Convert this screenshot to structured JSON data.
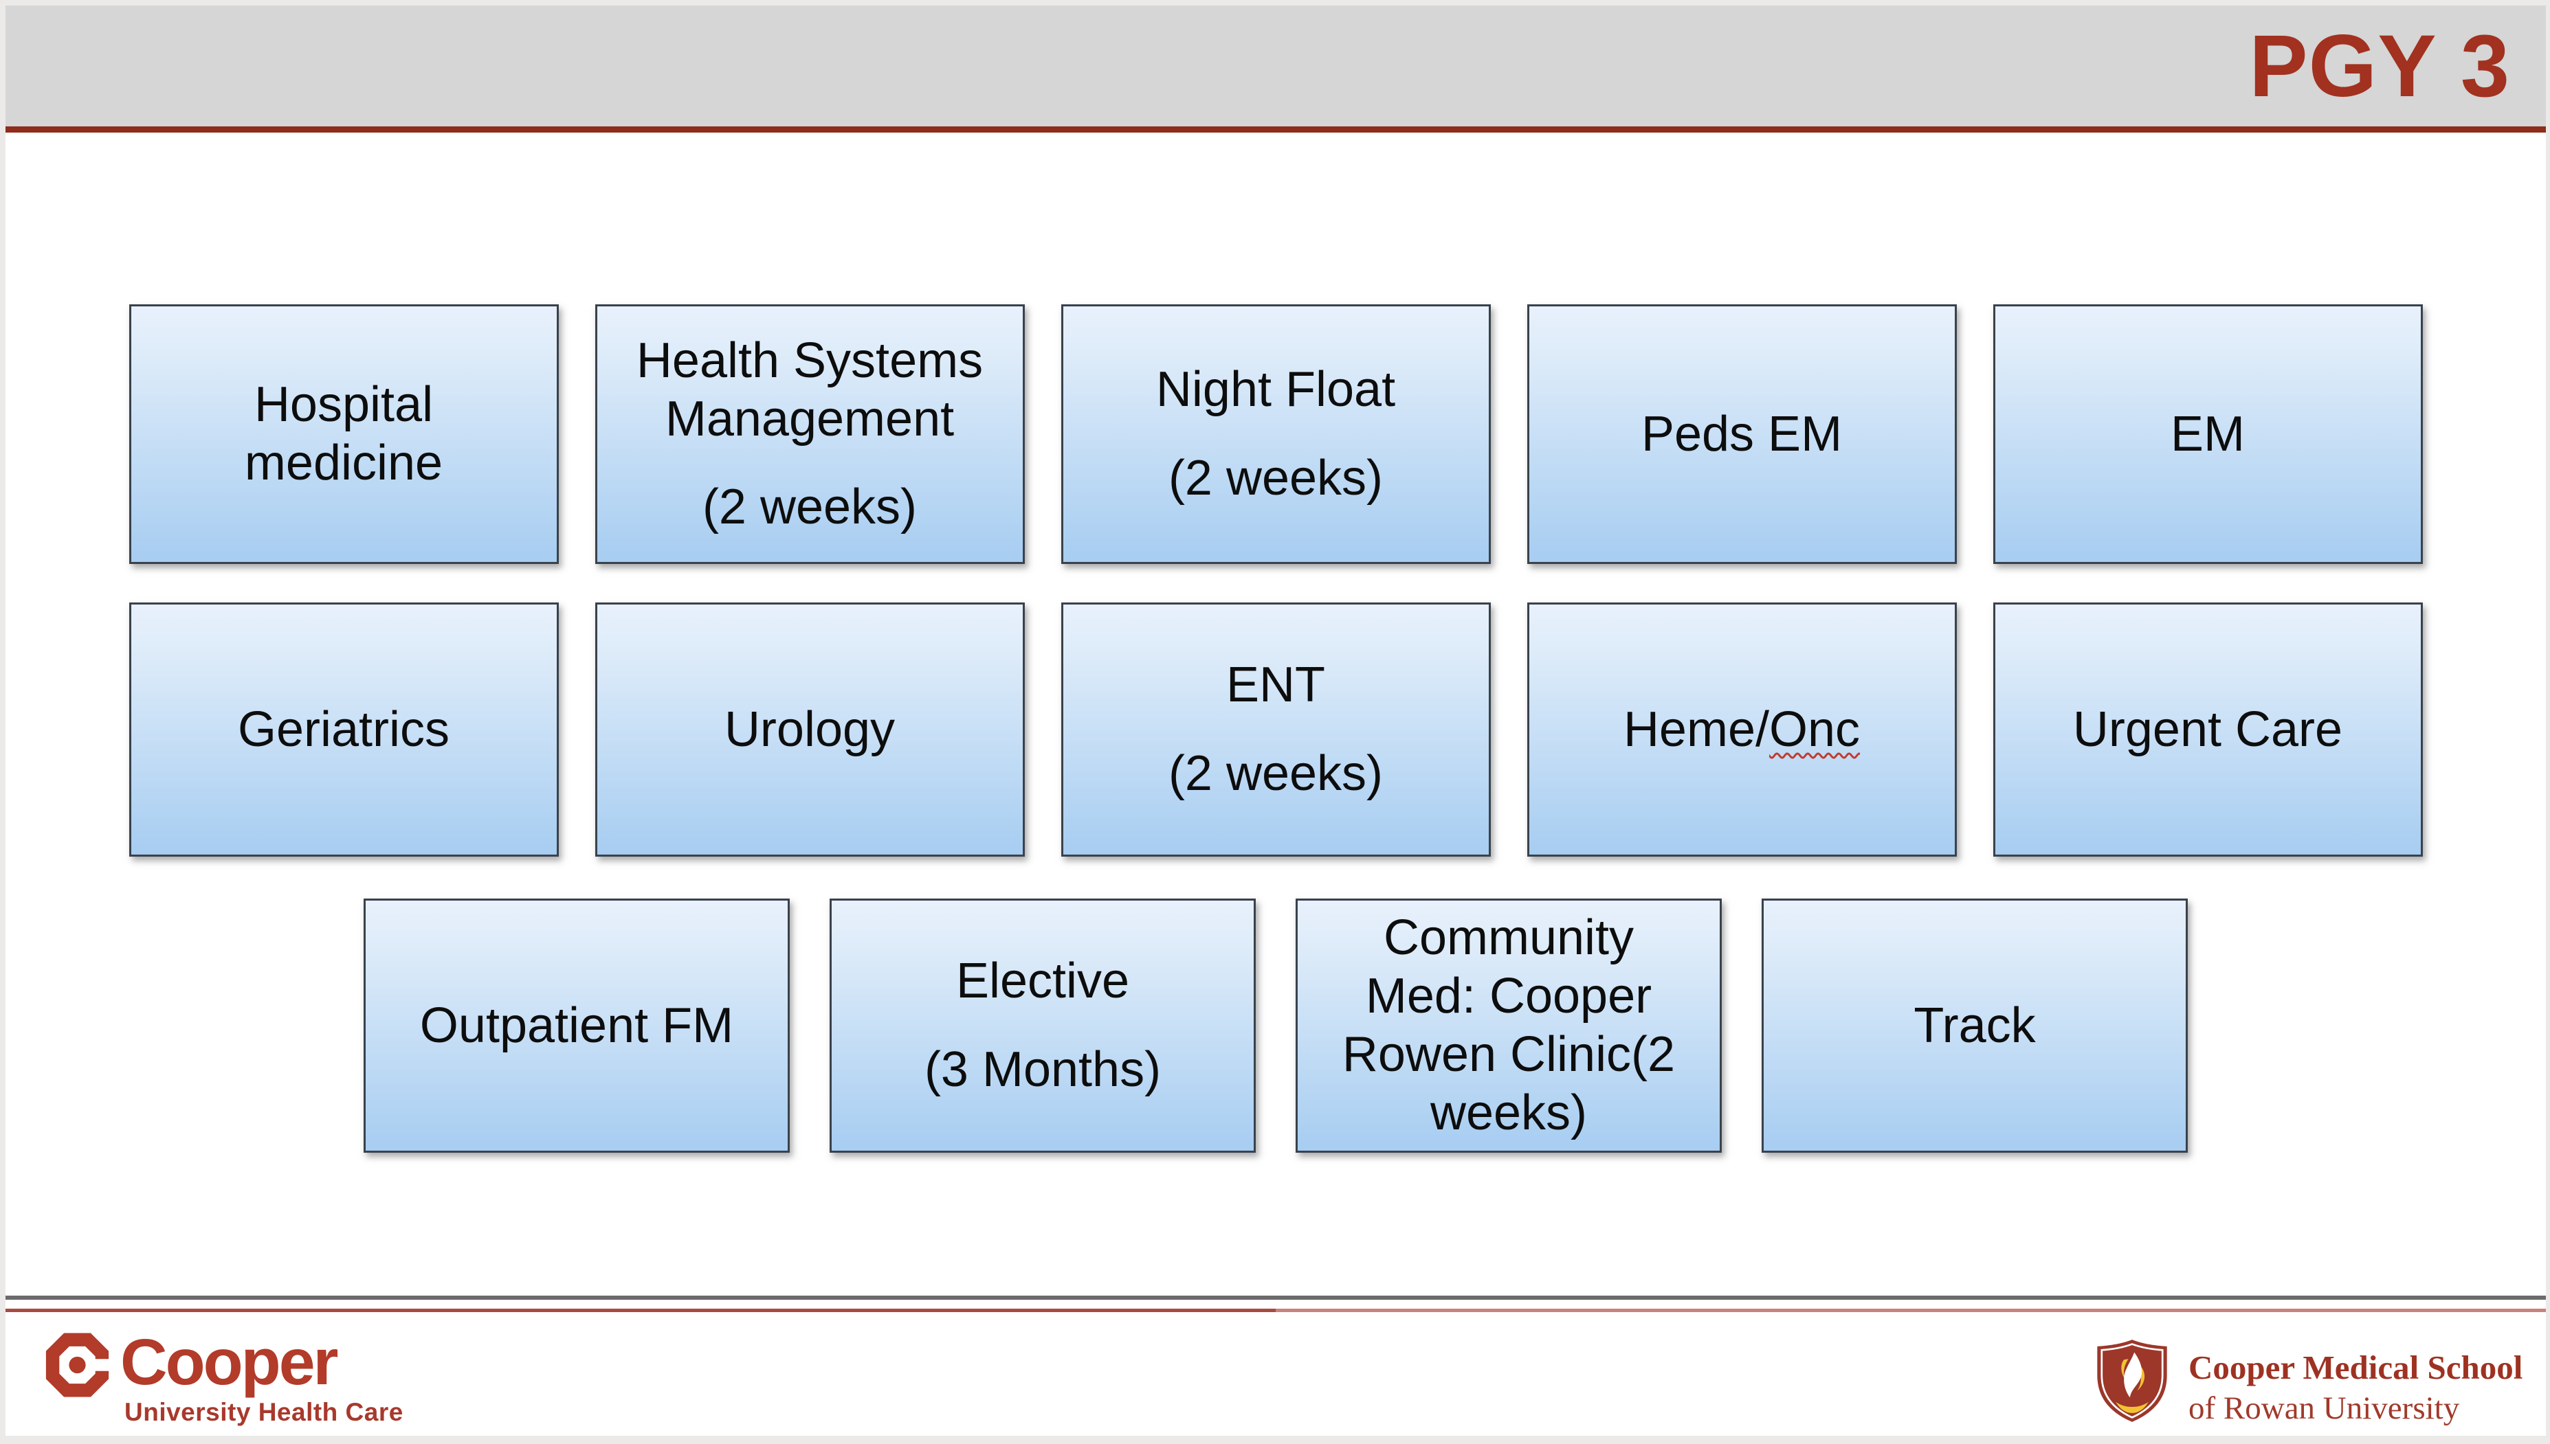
{
  "header": {
    "title": "PGY 3"
  },
  "rows": [
    {
      "boxes": [
        {
          "lines": [
            "Hospital",
            "medicine"
          ]
        },
        {
          "lines": [
            "Health Systems",
            "Management"
          ],
          "sub": "(2 weeks)"
        },
        {
          "lines": [
            "Night Float"
          ],
          "sub": "(2 weeks)"
        },
        {
          "lines": [
            "Peds EM"
          ]
        },
        {
          "lines": [
            "EM"
          ]
        }
      ]
    },
    {
      "boxes": [
        {
          "lines": [
            "Geriatrics"
          ]
        },
        {
          "lines": [
            "Urology"
          ]
        },
        {
          "lines": [
            "ENT"
          ],
          "sub": "(2 weeks)"
        },
        {
          "lines": [
            "Heme/Onc"
          ],
          "wavy_word": "Onc"
        },
        {
          "lines": [
            "Urgent Care"
          ]
        }
      ]
    },
    {
      "boxes": [
        {
          "lines": [
            "Outpatient FM"
          ]
        },
        {
          "lines": [
            "Elective"
          ],
          "sub": "(3 Months)"
        },
        {
          "lines": [
            "Community",
            "Med: Cooper",
            "Rowen Clinic(2",
            "weeks)"
          ]
        },
        {
          "lines": [
            "Track"
          ]
        }
      ]
    }
  ],
  "footer": {
    "cooper": {
      "name": "Cooper",
      "tagline": "University Health Care"
    },
    "cmsru": {
      "line1": "Cooper Medical School",
      "line2": "of Rowan University"
    }
  },
  "colors": {
    "header_gray": "#d5d6d5",
    "accent_red": "#8e2d1b",
    "title_red": "#a23120",
    "box_top_blue": "#e8f1fc",
    "box_bottom_blue": "#a7cdf1",
    "box_border": "#39424c",
    "spellcheck_red": "#c23b2e",
    "cooper_logo_red": "#b23b2a",
    "cmsru_red": "#9e3222",
    "footer_gray_line": "#6b6b6b"
  }
}
